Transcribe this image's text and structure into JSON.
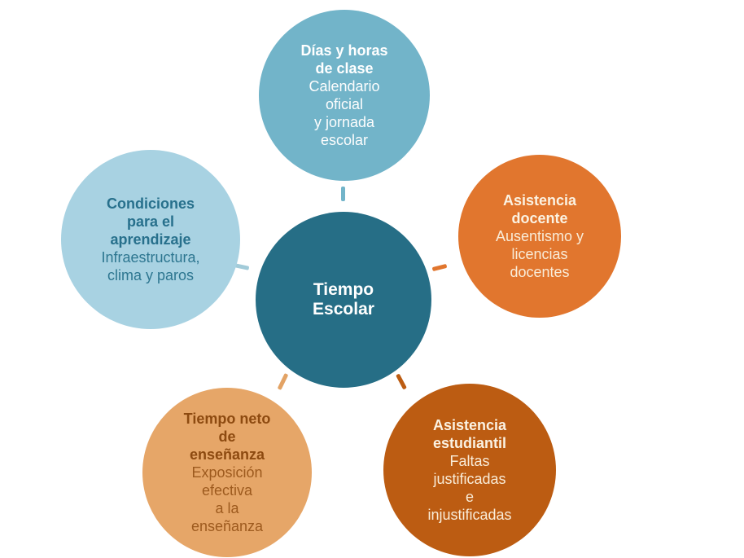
{
  "canvas": {
    "background_color": "#ffffff"
  },
  "center": {
    "label": "Tiempo\nEscolar",
    "circle_color": "#266e86",
    "text_color": "#ffffff"
  },
  "nodes": [
    {
      "heading": "Días y horas\nde clase",
      "body": "Calendario\noficial\ny jornada\nescolar",
      "circle_color": "#72b4c9",
      "heading_color": "#ffffff",
      "body_color": "#fdfdfd"
    },
    {
      "heading": "Asistencia\ndocente",
      "body": "Ausentismo y\nlicencias\ndocentes",
      "circle_color": "#e1762e",
      "heading_color": "#fbf2e2",
      "body_color": "#f9ecd8"
    },
    {
      "heading": "Asistencia\nestudiantil",
      "body": "Faltas\njustificadas\ne\ninjustificadas",
      "circle_color": "#bc5c12",
      "heading_color": "#fbf2e2",
      "body_color": "#f9ecd8"
    },
    {
      "heading": "Tiempo neto\nde\nenseñanza",
      "body": "Exposición\nefectiva\na la\nenseñanza",
      "circle_color": "#e6a668",
      "heading_color": "#8d4a10",
      "body_color": "#9d5a1e"
    },
    {
      "heading": "Condiciones\npara el\naprendizaje",
      "body": "Infraestructura,\nclima y paros",
      "circle_color": "#a8d2e2",
      "heading_color": "#27708c",
      "body_color": "#2d7690"
    }
  ],
  "connectors": [
    {
      "color": "#72b4c9"
    },
    {
      "color": "#e1762e"
    },
    {
      "color": "#bc5c12"
    },
    {
      "color": "#e3a365"
    },
    {
      "color": "#a2cbd9"
    }
  ]
}
